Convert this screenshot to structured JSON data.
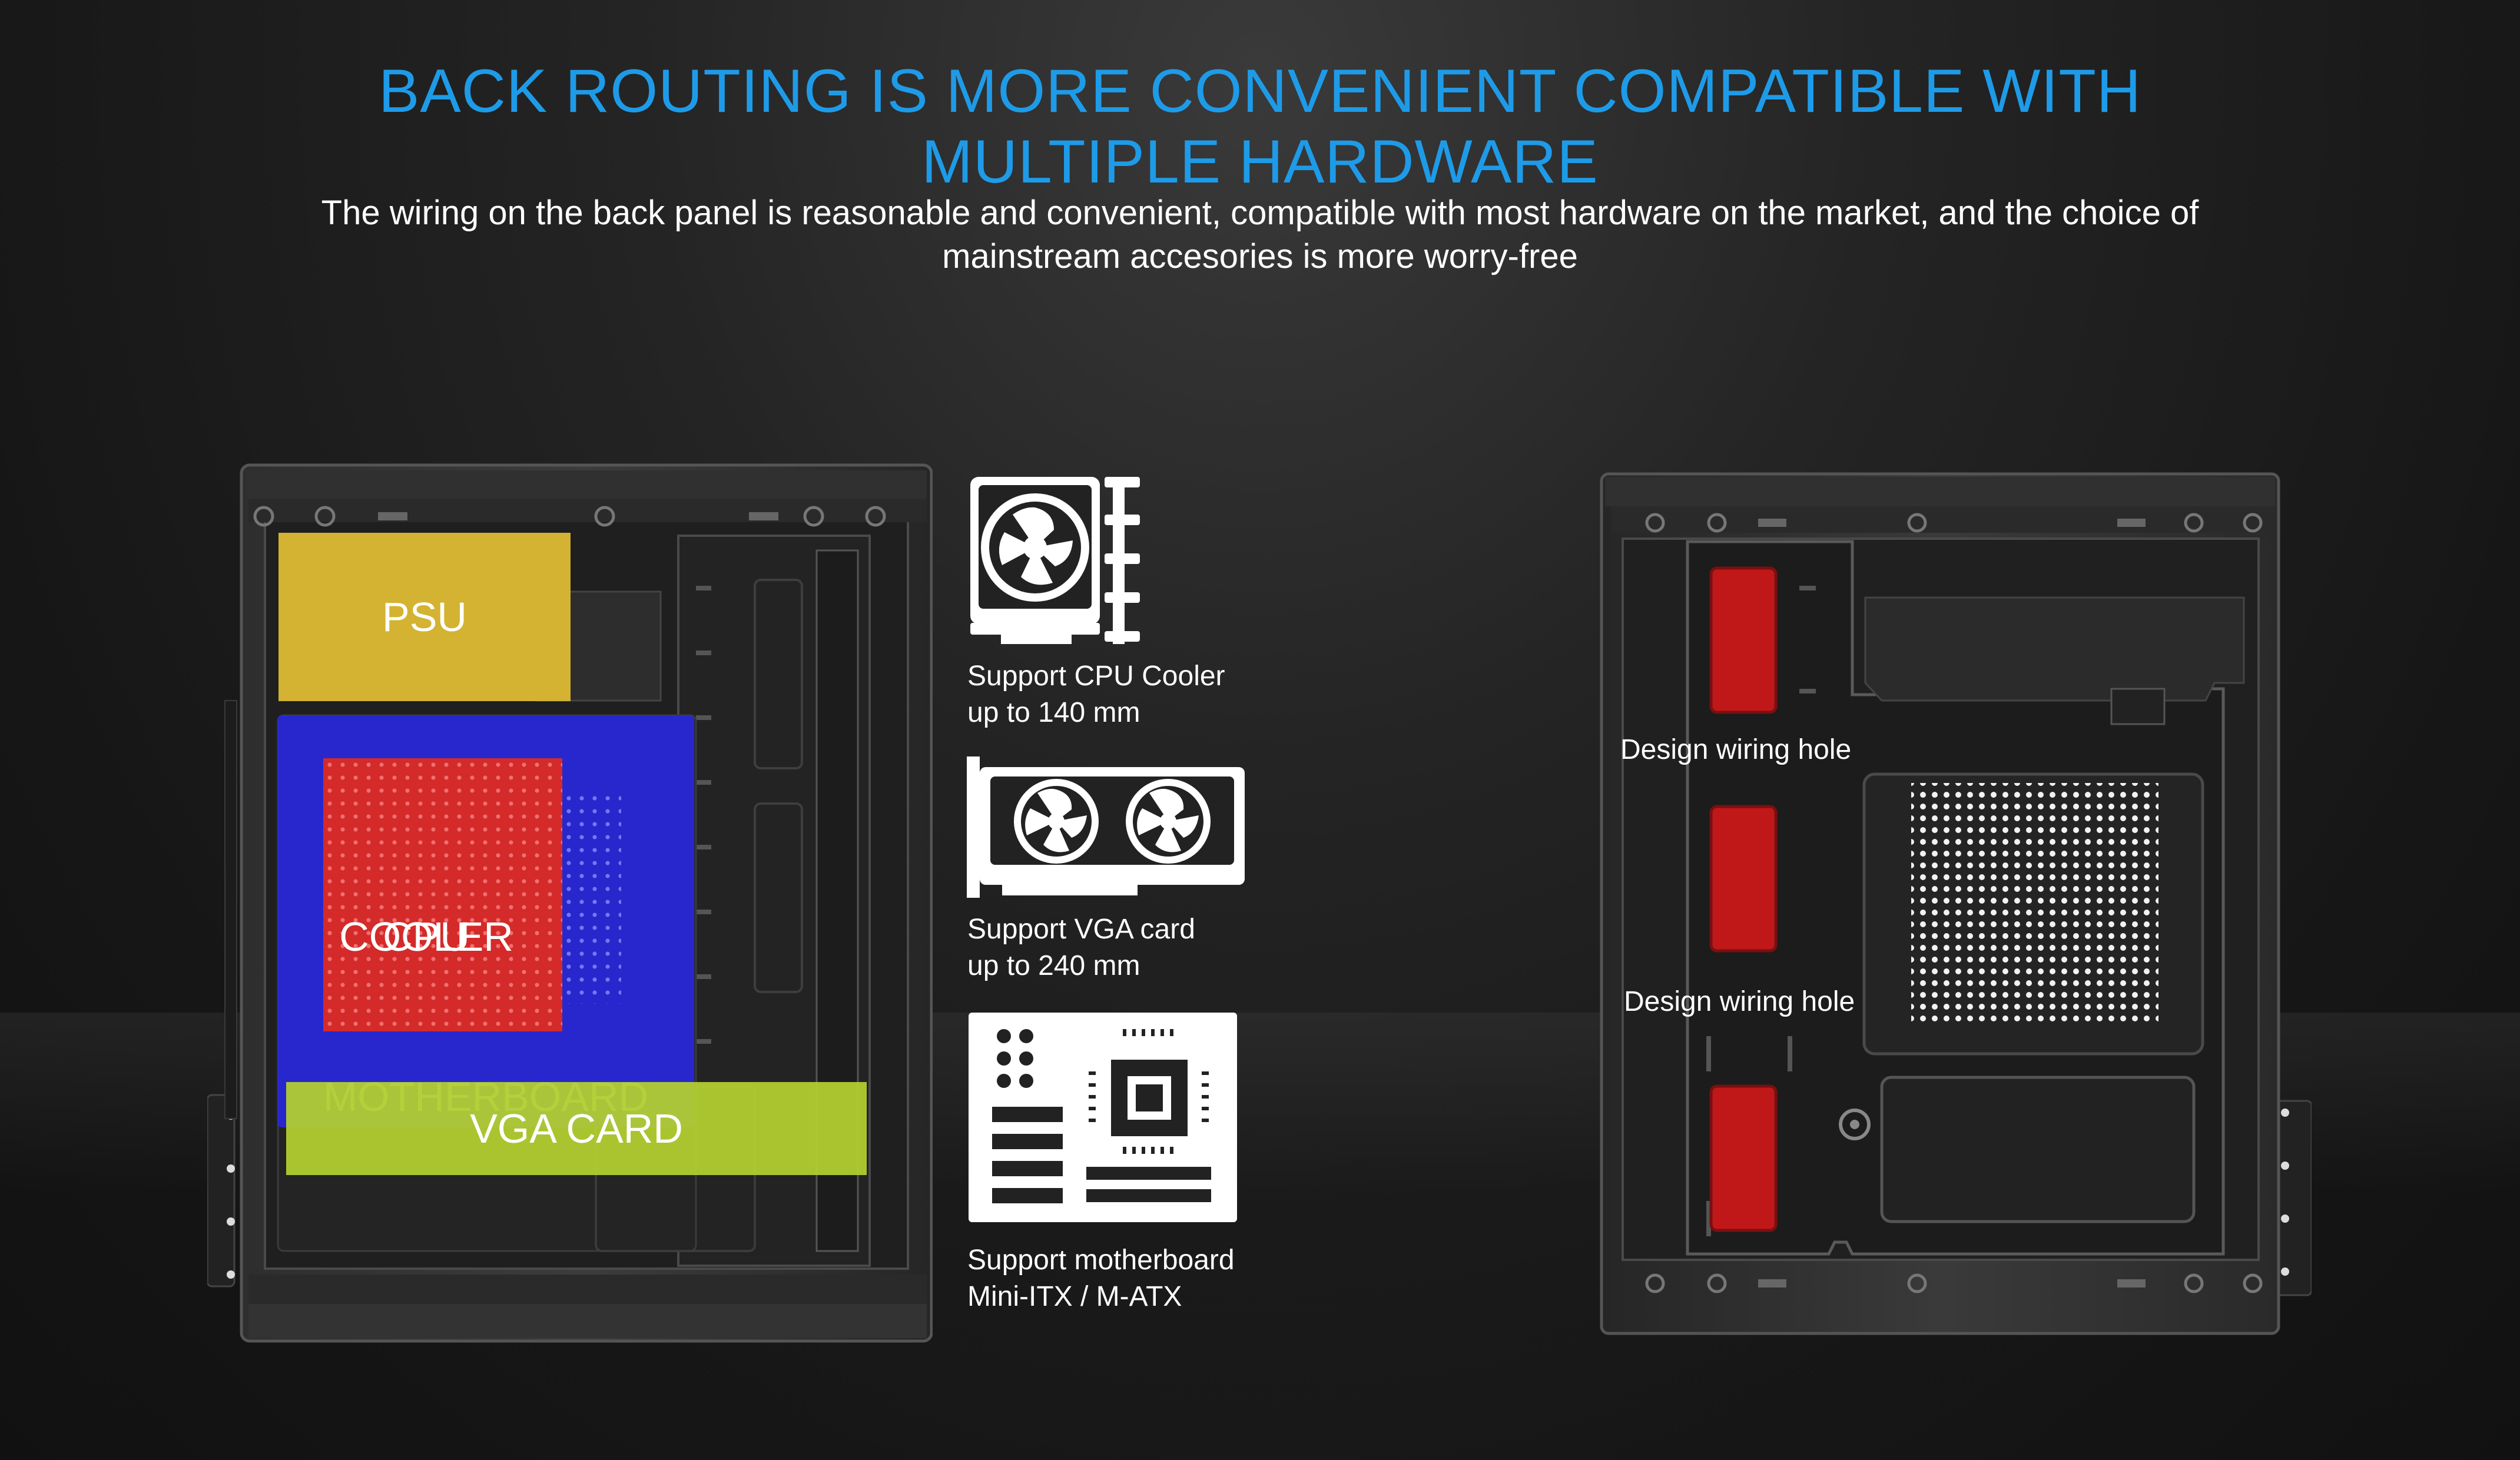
{
  "headline": {
    "line1": "BACK ROUTING IS MORE CONVENIENT COMPATIBLE WITH",
    "line2": "MULTIPLE HARDWARE"
  },
  "subline": {
    "line1": "The wiring on the back panel is reasonable and convenient, compatible with most hardware on the market, and the choice of",
    "line2": "mainstream accesories is more worry-free"
  },
  "zones": {
    "psu": "PSU",
    "cpu_cooler_line1": "CPU",
    "cpu_cooler_line2": "COOLER",
    "vga_card": "VGA CARD",
    "motherboard": "MOTHERBOARD"
  },
  "specs": {
    "cpu_cooler": {
      "line1": "Support CPU Cooler",
      "line2": "up to 140 mm",
      "icon": "cpu-cooler-icon"
    },
    "vga_card": {
      "line1": "Support VGA card",
      "line2": "up to 240 mm",
      "icon": "vga-card-icon"
    },
    "motherboard": {
      "line1": "Support motherboard",
      "line2": "Mini-ITX / M-ATX",
      "icon": "motherboard-icon"
    }
  },
  "wiring_holes": {
    "upper": "Design wiring hole",
    "lower": "Design wiring hole"
  },
  "colors": {
    "accent": "#1e9be8",
    "psu": "#d3b331",
    "motherboard": "#2a2ad8",
    "cpu_cooler": "#d42a2a",
    "vga_card": "#b2cd32",
    "wiring_hole": "#c01818"
  }
}
